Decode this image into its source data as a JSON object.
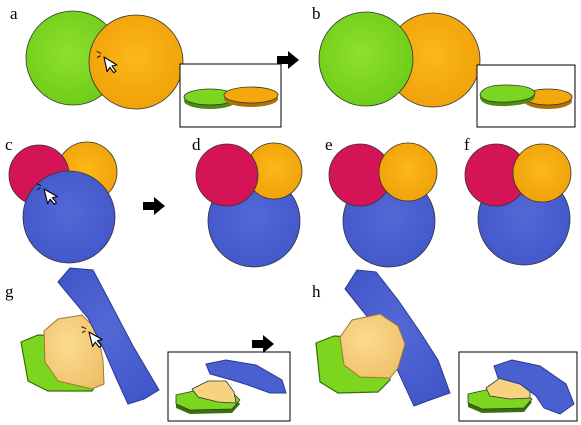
{
  "figure": {
    "panels": [
      {
        "label": "a"
      },
      {
        "label": "b"
      },
      {
        "label": "c"
      },
      {
        "label": "d"
      },
      {
        "label": "e"
      },
      {
        "label": "f"
      },
      {
        "label": "g"
      },
      {
        "label": "h"
      }
    ]
  },
  "colors": {
    "green": "#7cd620",
    "orange": "#f5a80c",
    "crimson": "#d41456",
    "blue": "#4a5fd0",
    "tan": "#f8d27e",
    "inset_border": "#000000"
  },
  "icons": {
    "cursor": "mouse-pointer-icon",
    "arrow": "right-arrow-icon"
  }
}
